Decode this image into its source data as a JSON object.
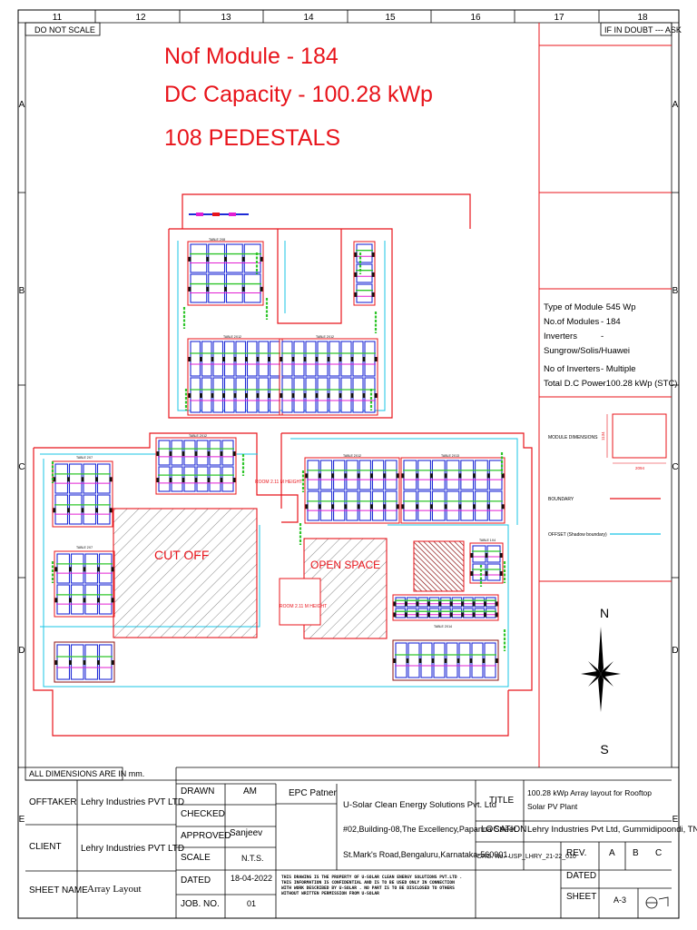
{
  "grid": {
    "top_numbers": [
      "11",
      "12",
      "13",
      "14",
      "15",
      "16",
      "17",
      "18"
    ],
    "side_letters": [
      "A",
      "B",
      "C",
      "D",
      "E"
    ]
  },
  "notes": {
    "do_not_scale": "DO NOT SCALE",
    "if_in_doubt": "IF IN DOUBT --- ASK",
    "all_dimensions": "ALL DIMENSIONS ARE IN mm."
  },
  "headline": {
    "line1": "Nof Module - 184",
    "line2": "DC Capacity - 100.28 kWp",
    "line3": "108 PEDESTALS"
  },
  "plan": {
    "labels": {
      "cut_off": "CUT OFF",
      "open_space": "OPEN SPACE",
      "room_1": "ROOM 2.11 M HEIGHT",
      "room_2": "ROOM 2.11 M HEIGHT"
    },
    "tables": [
      "TABLE 2X8",
      "TABLE 2X12",
      "TABLE 2X12",
      "TABLE 2X12",
      "TABLE 2X7",
      "TABLE 2X12",
      "TABLE 2X13",
      "TABLE 2X7",
      "TABLE 1X4",
      "TABLE 2X14"
    ]
  },
  "specs": {
    "rows": [
      {
        "label": "Type of Module",
        "value": "- 545 Wp"
      },
      {
        "label": "No.of Modules",
        "value": "- 184"
      },
      {
        "label": "Inverters",
        "value": "-"
      },
      {
        "label": "Sungrow/Solis/Huawei",
        "value": ""
      },
      {
        "label": "No of Inverters",
        "value": "- Multiple"
      },
      {
        "label": "Total D.C Power",
        "value": "- 100.28 kWp (STC)"
      }
    ]
  },
  "legend": {
    "module_dimensions": "MODULE DIMENSIONS",
    "dim_width": "2094",
    "dim_height": "1134",
    "boundary": "BOUNDARY",
    "offset": "OFFSET (Shadow boundary)"
  },
  "compass": {
    "north": "N",
    "south": "S"
  },
  "colors": {
    "red": "#e8141b",
    "cyan": "#19c4e6",
    "blue": "#1e2bd6",
    "green": "#2ec52a",
    "magenta": "#e21fd2",
    "dark_red": "#8b1010"
  },
  "title_block": {
    "offtaker_label": "OFFTAKER",
    "offtaker_value": "Lehry Industries PVT LTD",
    "client_label": "CLIENT",
    "client_value": "Lehry Industries PVT LTD",
    "sheet_name_label": "SHEET NAME",
    "sheet_name_value": "Array Layout",
    "drawn_label": "DRAWN",
    "drawn_value": "AM",
    "checked_label": "CHECKED",
    "checked_value": "",
    "approved_label": "APPROVED",
    "approved_value": "Sanjeev",
    "scale_label": "SCALE",
    "scale_value": "N.T.S.",
    "dated_label": "DATED",
    "dated_value": "18-04-2022",
    "job_label": "JOB. NO.",
    "job_value": "01",
    "epc_label": "EPC Patner",
    "company_name": "U-Solar Clean Energy Solutions Pvt. Ltd",
    "address_1": "#02,Building-08,The Excellency,Papanna Street",
    "address_2": "St.Mark's Road,Bengaluru,Karnataka-560001.",
    "title_label": "TITLE",
    "title_value_1": "100.28 kWp Array layout for Rooftop",
    "title_value_2": "Solar PV Plant",
    "location_label": "LOCATION",
    "location_value": "Lehry Industries Pvt Ltd, Gummidipoondi, TN.",
    "drg_no": "DRG. No.- USP_LHRY_21-22_010",
    "rev_label": "REV.",
    "rev_a": "A",
    "rev_b": "B",
    "rev_c": "C",
    "rev_dated_label": "DATED",
    "sheet_label": "SHEET",
    "sheet_value": "A-3",
    "disclaimer_1": "THIS DRAWING IS THE PROPERTY OF U-SOLAR CLEAN ENERGY SOLUTIONS PVT.LTD .",
    "disclaimer_2": "THIS INFORMATION IS CONFIDENTIAL AND IS TO BE USED ONLY IN CONNECTION",
    "disclaimer_3": "WITH WORK DESCRIBED BY U-SOLAR . NO PART IS TO BE DISCLOSED TO OTHERS",
    "disclaimer_4": "WITHOUT WRITTEN PERMISSION FROM U-SOLAR"
  }
}
